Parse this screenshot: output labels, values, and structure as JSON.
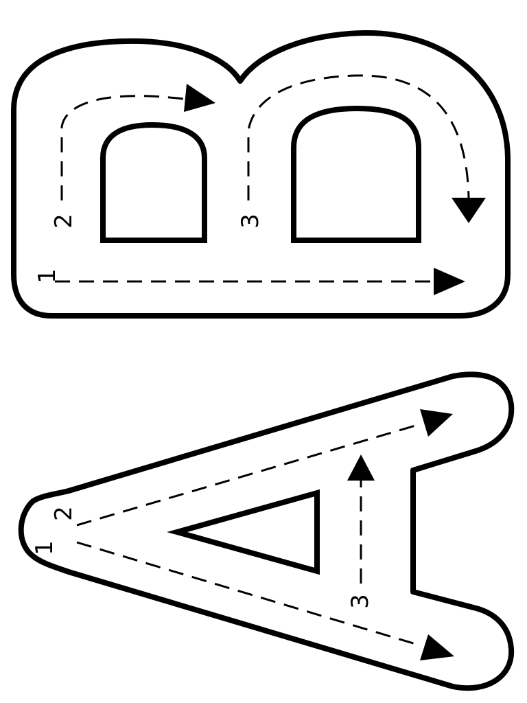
{
  "letter_b": {
    "letter": "B",
    "stroke_numbers": [
      "1",
      "2",
      "3"
    ]
  },
  "letter_a": {
    "letter": "A",
    "stroke_numbers": [
      "1",
      "2",
      "3"
    ]
  }
}
